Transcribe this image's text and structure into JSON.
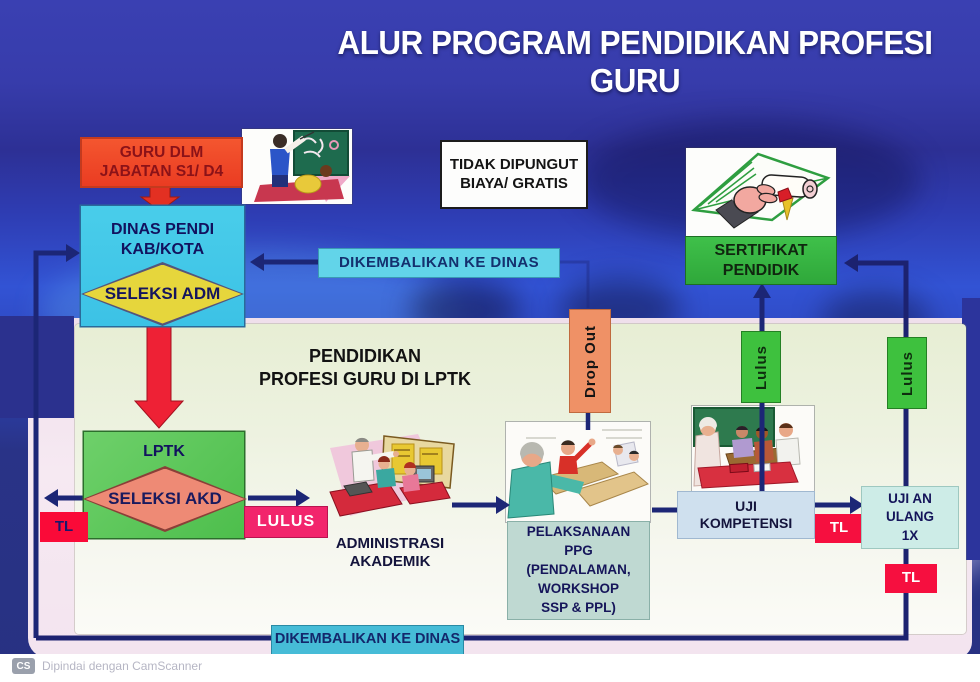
{
  "title": "ALUR PROGRAM PENDIDIKAN PROFESI GURU",
  "boxes": {
    "guru": {
      "line1": "GURU DLM",
      "line2": "JABATAN S1/ D4"
    },
    "tidak_dipungut": {
      "line1": "TIDAK DIPUNGUT",
      "line2": "BIAYA/ GRATIS"
    },
    "dinas": {
      "line1": "DINAS PENDI",
      "line2": "KAB/KOTA",
      "diamond": "SELEKSI ADM"
    },
    "sertifikat": {
      "line1": "SERTIFIKAT",
      "line2": "PENDIDIK"
    },
    "dikembalikan_top": {
      "label": "DIKEMBALIKAN KE DINAS"
    },
    "dikembalikan_bottom": {
      "label": "DIKEMBALIKAN KE DINAS"
    },
    "panel": {
      "title_line1": "PENDIDIKAN",
      "title_line2": "PROFESI GURU DI LPTK"
    },
    "lptk": {
      "label": "LPTK",
      "diamond": "SELEKSI AKD"
    },
    "tl_left": {
      "label": "TL"
    },
    "tl_mid": {
      "label": "TL"
    },
    "tl_bottom": {
      "label": "TL"
    },
    "lulus_pink": {
      "label": "LULUS"
    },
    "admin": {
      "line1": "ADMINISTRASI",
      "line2": "AKADEMIK"
    },
    "drop_out": {
      "label": "Drop Out"
    },
    "ppg": {
      "line1": "PELAKSANAAN",
      "line2": "PPG",
      "line3": "(PENDALAMAN,",
      "line4": "WORKSHOP",
      "line5": "SSP & PPL)"
    },
    "uji": {
      "line1": "UJI",
      "line2": "KOMPETENSI"
    },
    "lulus_v1": {
      "label": "Lulus"
    },
    "lulus_v2": {
      "label": "Lulus"
    },
    "ujian_ulang": {
      "line1": "UJI AN",
      "line2": "ULANG",
      "line3": "1X"
    }
  },
  "cliparts": {
    "teacher_board": "teacher-at-chalkboard",
    "certificate_hand": "hand-holding-diploma",
    "admin_akademik": "people-at-computers",
    "ppg_class": "classroom-workshop",
    "uji_kompetensi": "exam-interview-desk"
  },
  "colors": {
    "background_blue": "#3340b4",
    "accent_red": "#ee2130",
    "box_cyan": "#41c9e9",
    "diamond_yellow": "#e6d63c",
    "diamond_salmon": "#ee8a75",
    "green": "#3db944",
    "pink_label": "#f2256c",
    "crimson_tl": "#f60f3f",
    "salmon_dropout": "#ef9166",
    "navy_line": "#1c2676"
  },
  "watermark": {
    "badge": "CS",
    "text": "Dipindai dengan CamScanner"
  }
}
